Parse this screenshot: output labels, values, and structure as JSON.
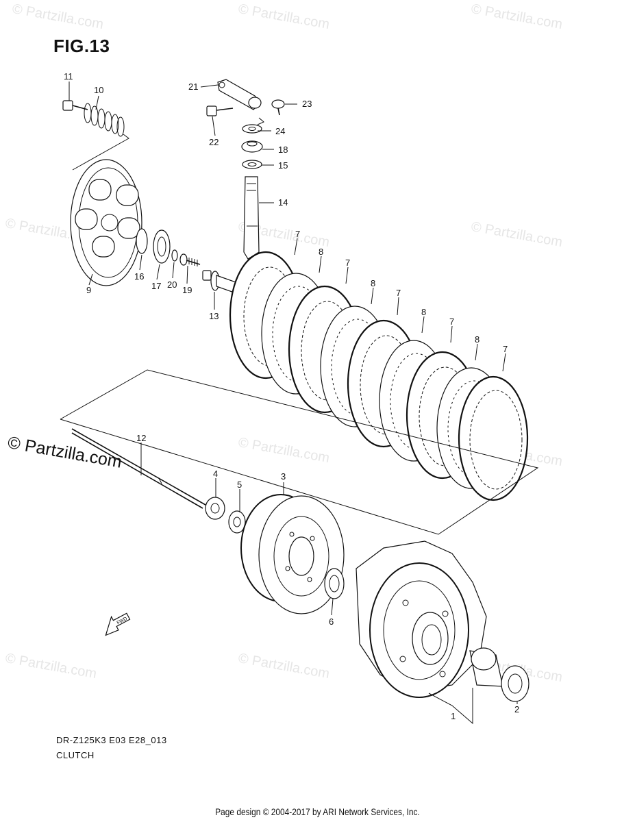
{
  "figure": {
    "title": "FIG.13"
  },
  "watermarks": [
    "© Partzilla.com"
  ],
  "logo": {
    "text": "© Partzilla.com"
  },
  "callouts": [
    "1",
    "2",
    "3",
    "4",
    "5",
    "6",
    "7",
    "8",
    "9",
    "10",
    "11",
    "12",
    "13",
    "14",
    "15",
    "16",
    "17",
    "18",
    "19",
    "20",
    "21",
    "22",
    "23",
    "24"
  ],
  "fwd_arrow_label": "FWD",
  "caption": {
    "code": "DR-Z125K3 E03 E28_013",
    "name": "CLUTCH"
  },
  "footer": "Page design © 2004-2017 by ARI Network Services, Inc."
}
